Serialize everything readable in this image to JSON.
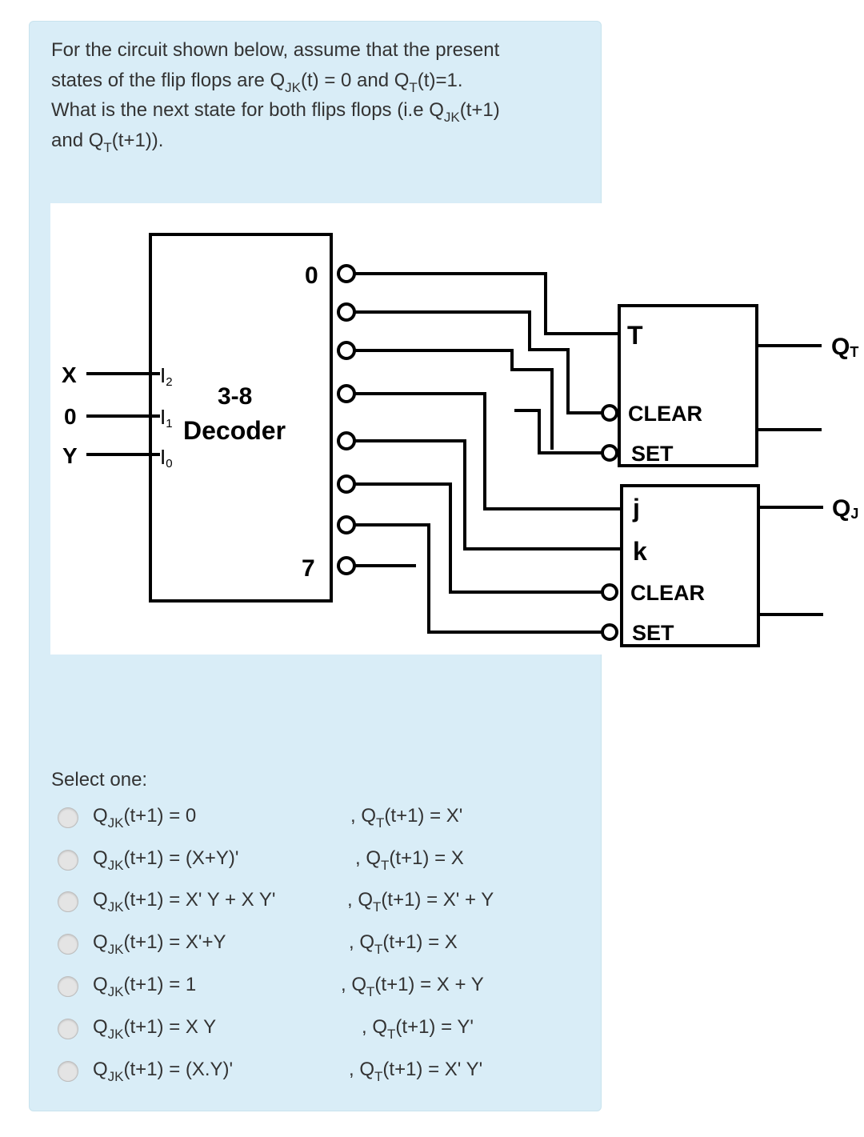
{
  "question": {
    "line1": "For the circuit shown below, assume that the present",
    "line2_pre": "states of the flip flops are Q",
    "line2_sub1": "JK",
    "line2_mid": "(t) = 0 and Q",
    "line2_sub2": "T",
    "line2_post": "(t)=1.",
    "line3_pre": "What is the next state for both flips flops (i.e Q",
    "line3_sub": "JK",
    "line3_post": "(t+1)",
    "line4_pre": "and Q",
    "line4_sub": "T",
    "line4_post": "(t+1))."
  },
  "circuit": {
    "decoder_line1": "3-8",
    "decoder_line2": "Decoder",
    "out_first": "0",
    "out_last": "7",
    "in_x": "X",
    "in_0": "0",
    "in_y": "Y",
    "pin_i2": "I",
    "pin_i2_sub": "2",
    "pin_i1": "I",
    "pin_i1_sub": "1",
    "pin_i0": "I",
    "pin_i0_sub": "0",
    "t_input": "T",
    "t_clear": "CLEAR",
    "t_set": "SET",
    "jk_j": "j",
    "jk_k": "k",
    "jk_clear": "CLEAR",
    "jk_set": "SET",
    "qt_main": "Q",
    "qt_sub": "T",
    "qj_main": "Q",
    "qj_sub": "J"
  },
  "select_label": "Select one:",
  "options": [
    {
      "jk_q": "Q",
      "jk_sub": "JK",
      "jk_expr": "(t+1) = 0",
      "t_prefix": ", Q",
      "t_sub": "T",
      "t_expr": "(t+1) = X'"
    },
    {
      "jk_q": "Q",
      "jk_sub": "JK",
      "jk_expr": "(t+1) = (X+Y)'",
      "t_prefix": ", Q",
      "t_sub": "T",
      "t_expr": "(t+1) = X"
    },
    {
      "jk_q": "Q",
      "jk_sub": "JK",
      "jk_expr": "(t+1) = X' Y + X Y'",
      "t_prefix": ", Q",
      "t_sub": "T",
      "t_expr": "(t+1) = X' + Y"
    },
    {
      "jk_q": "Q",
      "jk_sub": "JK",
      "jk_expr": "(t+1) = X'+Y",
      "t_prefix": ", Q",
      "t_sub": "T",
      "t_expr": "(t+1) = X"
    },
    {
      "jk_q": "Q",
      "jk_sub": "JK",
      "jk_expr": "(t+1) = 1",
      "t_prefix": ", Q",
      "t_sub": "T",
      "t_expr": "(t+1) = X + Y"
    },
    {
      "jk_q": "Q",
      "jk_sub": "JK",
      "jk_expr": "(t+1) = X Y",
      "t_prefix": ", Q",
      "t_sub": "T",
      "t_expr": "(t+1) = Y'"
    },
    {
      "jk_q": "Q",
      "jk_sub": "JK",
      "jk_expr": "(t+1) = (X.Y)'",
      "t_prefix": ", Q",
      "t_sub": "T",
      "t_expr": "(t+1) = X' Y'"
    }
  ]
}
